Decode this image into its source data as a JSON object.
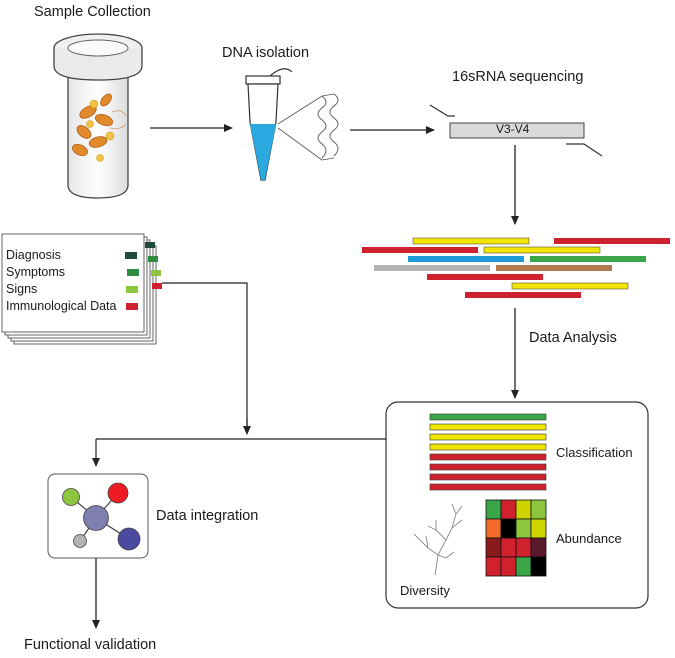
{
  "steps": {
    "sample_collection": "Sample Collection",
    "dna_isolation": "DNA isolation",
    "sequencing": "16sRNA sequencing",
    "region": "V3-V4",
    "data_analysis": "Data Analysis",
    "data_integration": "Data integration",
    "functional_validation": "Functional validation"
  },
  "clinical_card": {
    "items": [
      {
        "label": "Diagnosis",
        "color": "#1f4a3c"
      },
      {
        "label": "Symptoms",
        "color": "#2e8b3f"
      },
      {
        "label": "Signs",
        "color": "#8cc63f"
      },
      {
        "label": "Immunological Data",
        "color": "#d0222e"
      }
    ]
  },
  "analysis_box": {
    "classification": "Classification",
    "abundance": "Abundance",
    "diversity": "Diversity"
  },
  "colors": {
    "red": "#d0222e",
    "yellow": "#f2e600",
    "green": "#3aa648",
    "blue": "#1f9bd7",
    "gray": "#b3b3b3",
    "brown": "#b07a4e",
    "tube_blue": "#2aa8e0",
    "node_center": "#8080b0",
    "node_green": "#8cc63f",
    "node_red": "#ed1c24",
    "node_blue": "#4a4aa0",
    "node_gray": "#b3b3b3"
  }
}
